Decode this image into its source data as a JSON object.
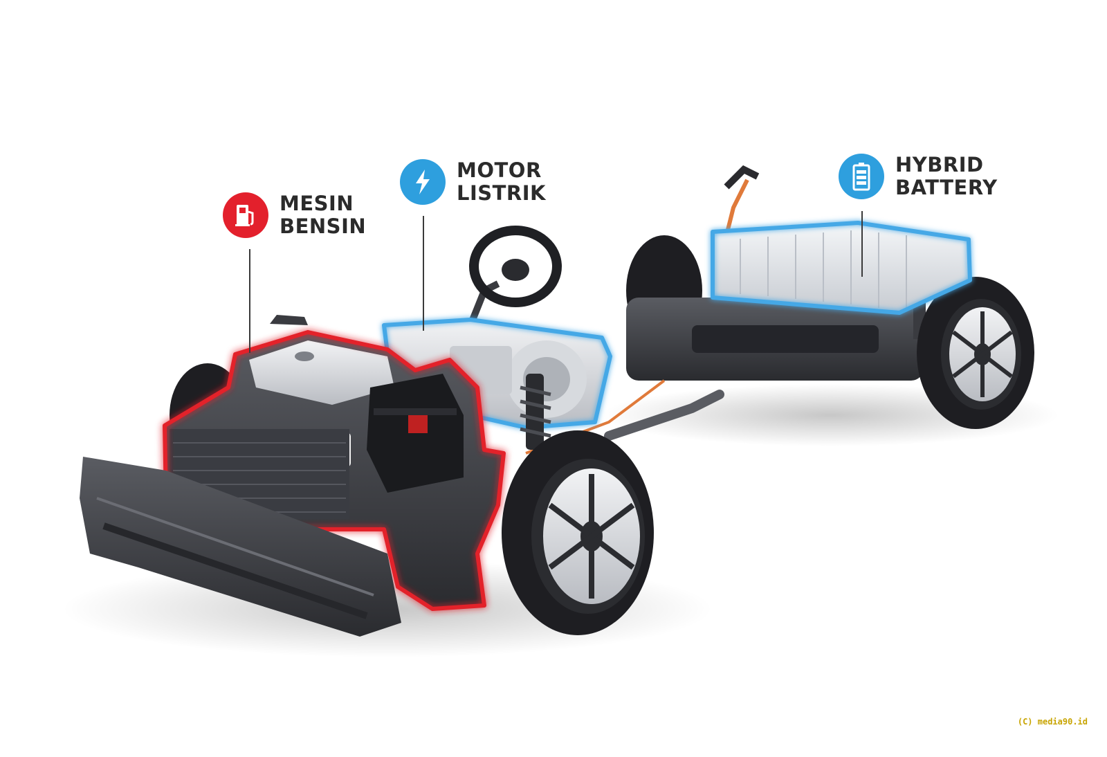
{
  "callouts": {
    "engine": {
      "line1": "MESIN",
      "line2": "BENSIN",
      "icon": "fuel-pump-icon",
      "color": "#e3202c"
    },
    "motor": {
      "line1": "MOTOR",
      "line2": "LISTRIK",
      "icon": "lightning-bolt-icon",
      "color": "#2e9fde"
    },
    "battery": {
      "line1": "HYBRID",
      "line2": "BATTERY",
      "icon": "battery-icon",
      "color": "#2e9fde"
    }
  },
  "colors": {
    "engine_outline": "#e3202c",
    "electric_outline": "#45a8e6",
    "tire": "#1e1e22",
    "chassis": "#3c3d42"
  },
  "watermark": "(C) media90.id"
}
